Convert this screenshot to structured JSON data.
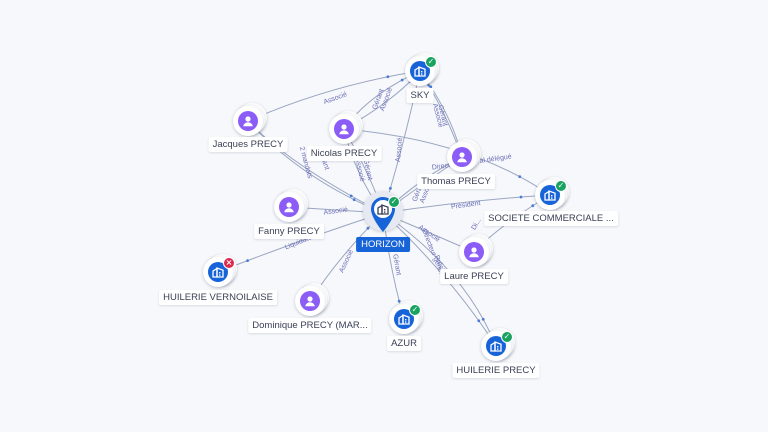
{
  "center": {
    "name": "HORIZON",
    "icon": "company-icon",
    "status": "active"
  },
  "nodes": [
    {
      "id": "sky",
      "name": "SKY",
      "type": "company",
      "status": "active"
    },
    {
      "id": "jacques",
      "name": "Jacques PRECY",
      "type": "person"
    },
    {
      "id": "nicolas",
      "name": "Nicolas PRECY",
      "type": "person"
    },
    {
      "id": "thomas",
      "name": "Thomas PRECY",
      "type": "person"
    },
    {
      "id": "soc",
      "name": "SOCIETE COMMERCIALE ...",
      "type": "company",
      "status": "active"
    },
    {
      "id": "fanny",
      "name": "Fanny PRECY",
      "type": "person"
    },
    {
      "id": "laure",
      "name": "Laure PRECY",
      "type": "person"
    },
    {
      "id": "vernoilaise",
      "name": "HUILERIE VERNOILAISE",
      "type": "company",
      "status": "closed"
    },
    {
      "id": "dominique",
      "name": "Dominique PRECY (MAR...",
      "type": "person"
    },
    {
      "id": "azur",
      "name": "AZUR",
      "type": "company",
      "status": "active"
    },
    {
      "id": "huilerie",
      "name": "HUILERIE PRECY",
      "type": "company",
      "status": "active"
    }
  ],
  "edges": [
    {
      "from": "jacques",
      "to": "sky",
      "label": "Associé"
    },
    {
      "from": "jacques",
      "to": "center",
      "label": "Gérant"
    },
    {
      "from": "jacques",
      "to": "center",
      "label": "2 mandats"
    },
    {
      "from": "nicolas",
      "to": "sky",
      "label": "Gérant"
    },
    {
      "from": "nicolas",
      "to": "sky",
      "label": "Associé"
    },
    {
      "from": "nicolas",
      "to": "center",
      "label": "Gérant"
    },
    {
      "from": "nicolas",
      "to": "center",
      "label": "Associé"
    },
    {
      "from": "nicolas",
      "to": "soc",
      "label": "Directeur général délégué"
    },
    {
      "from": "sky",
      "to": "center",
      "label": "Associé"
    },
    {
      "from": "thomas",
      "to": "sky",
      "label": "Gérant"
    },
    {
      "from": "thomas",
      "to": "sky",
      "label": "Associé"
    },
    {
      "from": "thomas",
      "to": "center",
      "label": "Gérant"
    },
    {
      "from": "thomas",
      "to": "center",
      "label": "Associé"
    },
    {
      "from": "fanny",
      "to": "center",
      "label": "Associé"
    },
    {
      "from": "center",
      "to": "soc",
      "label": "Président"
    },
    {
      "from": "laure",
      "to": "center",
      "label": "Associé"
    },
    {
      "from": "laure",
      "to": "soc",
      "label": "Di..."
    },
    {
      "from": "center",
      "to": "vernoilaise",
      "label": "Liquidateur"
    },
    {
      "from": "dominique",
      "to": "center",
      "label": "Associé"
    },
    {
      "from": "center",
      "to": "azur",
      "label": "Gérant"
    },
    {
      "from": "center",
      "to": "huilerie",
      "label": "Président"
    },
    {
      "from": "center",
      "to": "huilerie",
      "label": "Directeur général"
    }
  ],
  "colors": {
    "person": "#8b5cf6",
    "company": "#1763d8",
    "active": "#1aa260",
    "closed": "#dc2a4f",
    "edge": "#9aa6c2",
    "edge_label": "#6b6fb8"
  }
}
